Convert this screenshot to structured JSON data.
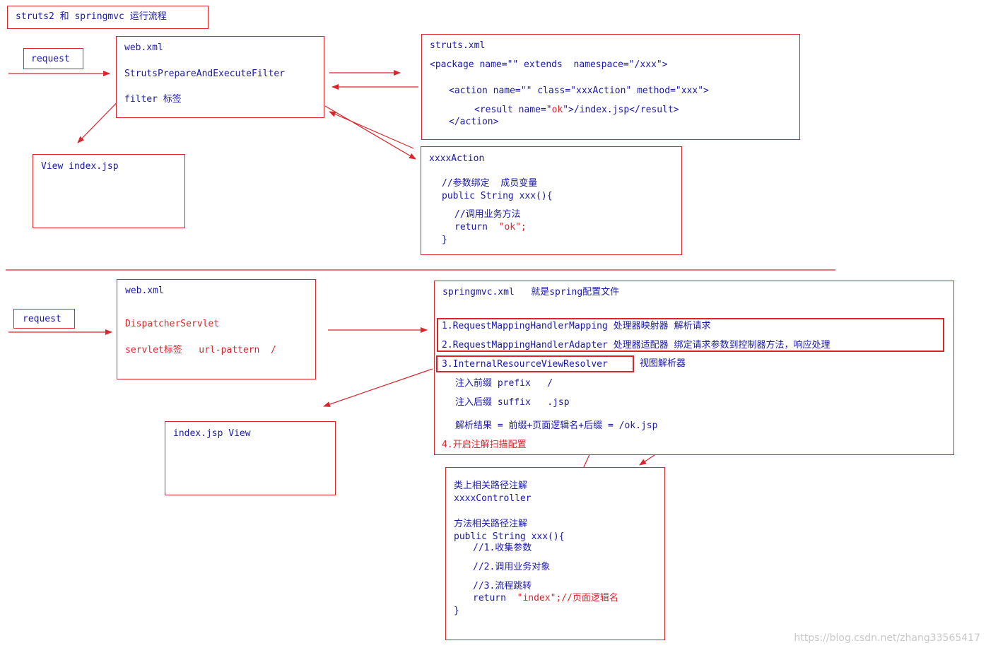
{
  "title": "struts2 和 springmvc 运行流程",
  "struts": {
    "request_label": "request",
    "webxml": {
      "line1": "web.xml",
      "line2": "StrutsPrepareAndExecuteFilter",
      "line3": "filter 标签"
    },
    "strutsxml": {
      "line1": "struts.xml",
      "line2": "<package name=\"\" extends  namespace=\"/xxx\">",
      "line3": "<action name=\"\" class=\"xxxAction\" method=\"xxx\">",
      "line4a": "<result name=\"",
      "line4b": "ok",
      "line4c": "\">/index.jsp</result>",
      "line5": "</action>"
    },
    "view": {
      "line1": "View index.jsp"
    },
    "action": {
      "line1": "xxxxAction",
      "line2": "//参数绑定  成员变量",
      "line3": "public String xxx(){",
      "line4": "//调用业务方法",
      "line5a": "return  ",
      "line5b": "\"ok\";",
      "line6": "}"
    }
  },
  "springmvc": {
    "request_label": "request",
    "webxml": {
      "line1": "web.xml",
      "line2": "DispatcherServlet",
      "line3": "servlet标签   url-pattern  /"
    },
    "config": {
      "line1": "springmvc.xml   就是spring配置文件",
      "item1": "1.RequestMappingHandlerMapping 处理器映射器 解析请求",
      "item2": "2.RequestMappingHandlerAdapter 处理器适配器 绑定请求参数到控制器方法，响应处理",
      "item3": "3.InternalResourceViewResolver",
      "item3b": "视图解析器",
      "prefix": "注入前缀 prefix   /",
      "suffix": "注入后缀 suffix   .jsp",
      "result": "解析结果 = 前缀+页面逻辑名+后缀 = /ok.jsp",
      "item4": "4.开启注解扫描配置"
    },
    "view": {
      "line1": "index.jsp View"
    },
    "controller": {
      "line1": "类上相关路径注解",
      "line2": "xxxxController",
      "line3": "方法相关路径注解",
      "line4": "public String xxx(){",
      "line5": "//1.收集参数",
      "line6": "//2.调用业务对象",
      "line7": "//3.流程跳转",
      "line8a": "return  ",
      "line8b": "\"index\";//页面逻辑名",
      "line9": "}"
    }
  },
  "watermark": "https://blog.csdn.net/zhang33565417",
  "colors": {
    "red": "#d9262c",
    "blue": "#1a1aa6"
  }
}
